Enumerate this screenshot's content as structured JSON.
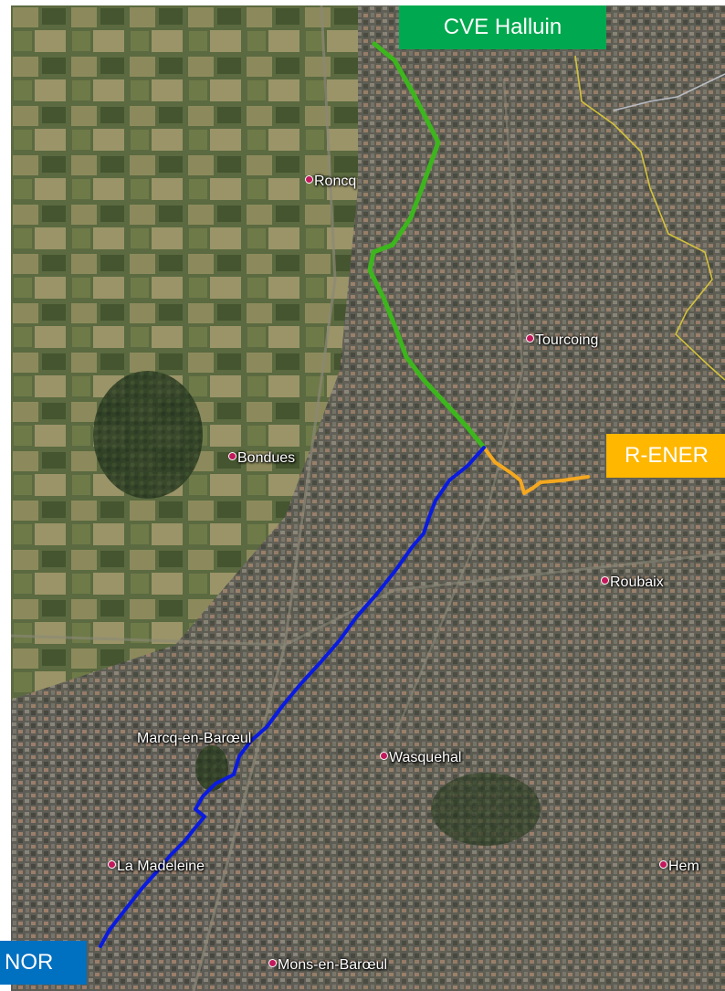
{
  "endpoints": {
    "halluin": {
      "label": "CVE Halluin",
      "color": "#00a84f"
    },
    "rener": {
      "label": "R-ENER",
      "color": "#ffb700"
    },
    "nor": {
      "label": "NOR",
      "color": "#0070c0"
    }
  },
  "places": {
    "roncq": "Roncq",
    "tourcoing": "Tourcoing",
    "bondues": "Bondues",
    "roubaix": "Roubaix",
    "marcq": "Marcq-en-Barœul",
    "wasquehal": "Wasquehal",
    "la_madeleine": "La Madeleine",
    "hem": "Hem",
    "mons": "Mons-en-Barœul"
  },
  "routes": {
    "green": "#3cb61c",
    "orange": "#f5a81f",
    "blue": "#0a1be0",
    "border": "#d4c23a"
  },
  "imagery": {
    "fields_light": "#8c8a5c",
    "fields_dark": "#4a5a34",
    "urban": "#6b6a62"
  }
}
